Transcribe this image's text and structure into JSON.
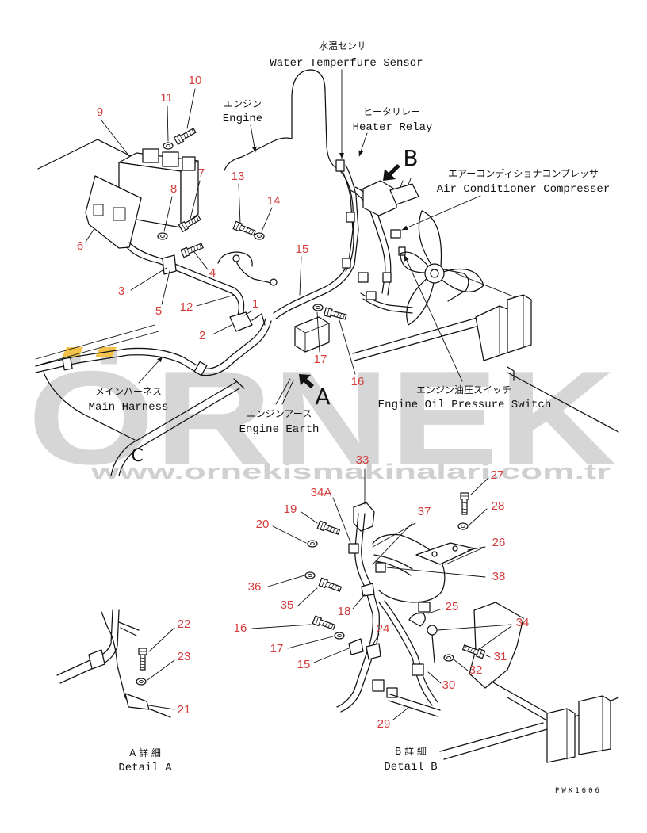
{
  "colors": {
    "line": "#111111",
    "callout": "#d43c3c",
    "watermark": "#d0d0d0",
    "watermark_accent": "#f2c24b"
  },
  "labels": {
    "water_temp_sensor": {
      "jp": "水温センサ",
      "en": "Water Temperfure Sensor"
    },
    "engine": {
      "jp": "エンジン",
      "en": "Engine"
    },
    "heater_relay": {
      "jp": "ヒータリレー",
      "en": "Heater Relay"
    },
    "air_conditioner_compressor": {
      "jp": "エアーコンディショナコンプレッサ",
      "en": "Air Conditioner Compresser"
    },
    "engine_oil_pressure_switch": {
      "jp": "エンジン油圧スイッチ",
      "en": "Engine Oil Pressure Switch"
    },
    "main_harness": {
      "jp": "メインハーネス",
      "en": "Main Harness"
    },
    "engine_earth": {
      "jp": "エンジンアース",
      "en": "Engine Earth"
    }
  },
  "view_markers": {
    "a": "A",
    "b": "B",
    "c": "C"
  },
  "details": {
    "a": {
      "jp": "A 詳 細",
      "en": "Detail A"
    },
    "b": {
      "jp": "B 詳 細",
      "en": "Detail B"
    }
  },
  "drawing_code": "PWK1606",
  "watermark": {
    "logo": "ÖRNEK",
    "url": "www.ornekismakinalari.com.tr"
  },
  "callouts": {
    "overview": [
      "10",
      "11",
      "9",
      "7",
      "8",
      "6",
      "13",
      "14",
      "4",
      "15",
      "3",
      "5",
      "12",
      "1",
      "2",
      "17",
      "16"
    ],
    "detail_b": [
      "33",
      "27",
      "34A",
      "28",
      "19",
      "37",
      "20",
      "26",
      "36",
      "35",
      "38",
      "18",
      "25",
      "16",
      "24",
      "34",
      "17",
      "31",
      "15",
      "32",
      "30",
      "29"
    ],
    "detail_a": [
      "22",
      "23",
      "21"
    ]
  }
}
